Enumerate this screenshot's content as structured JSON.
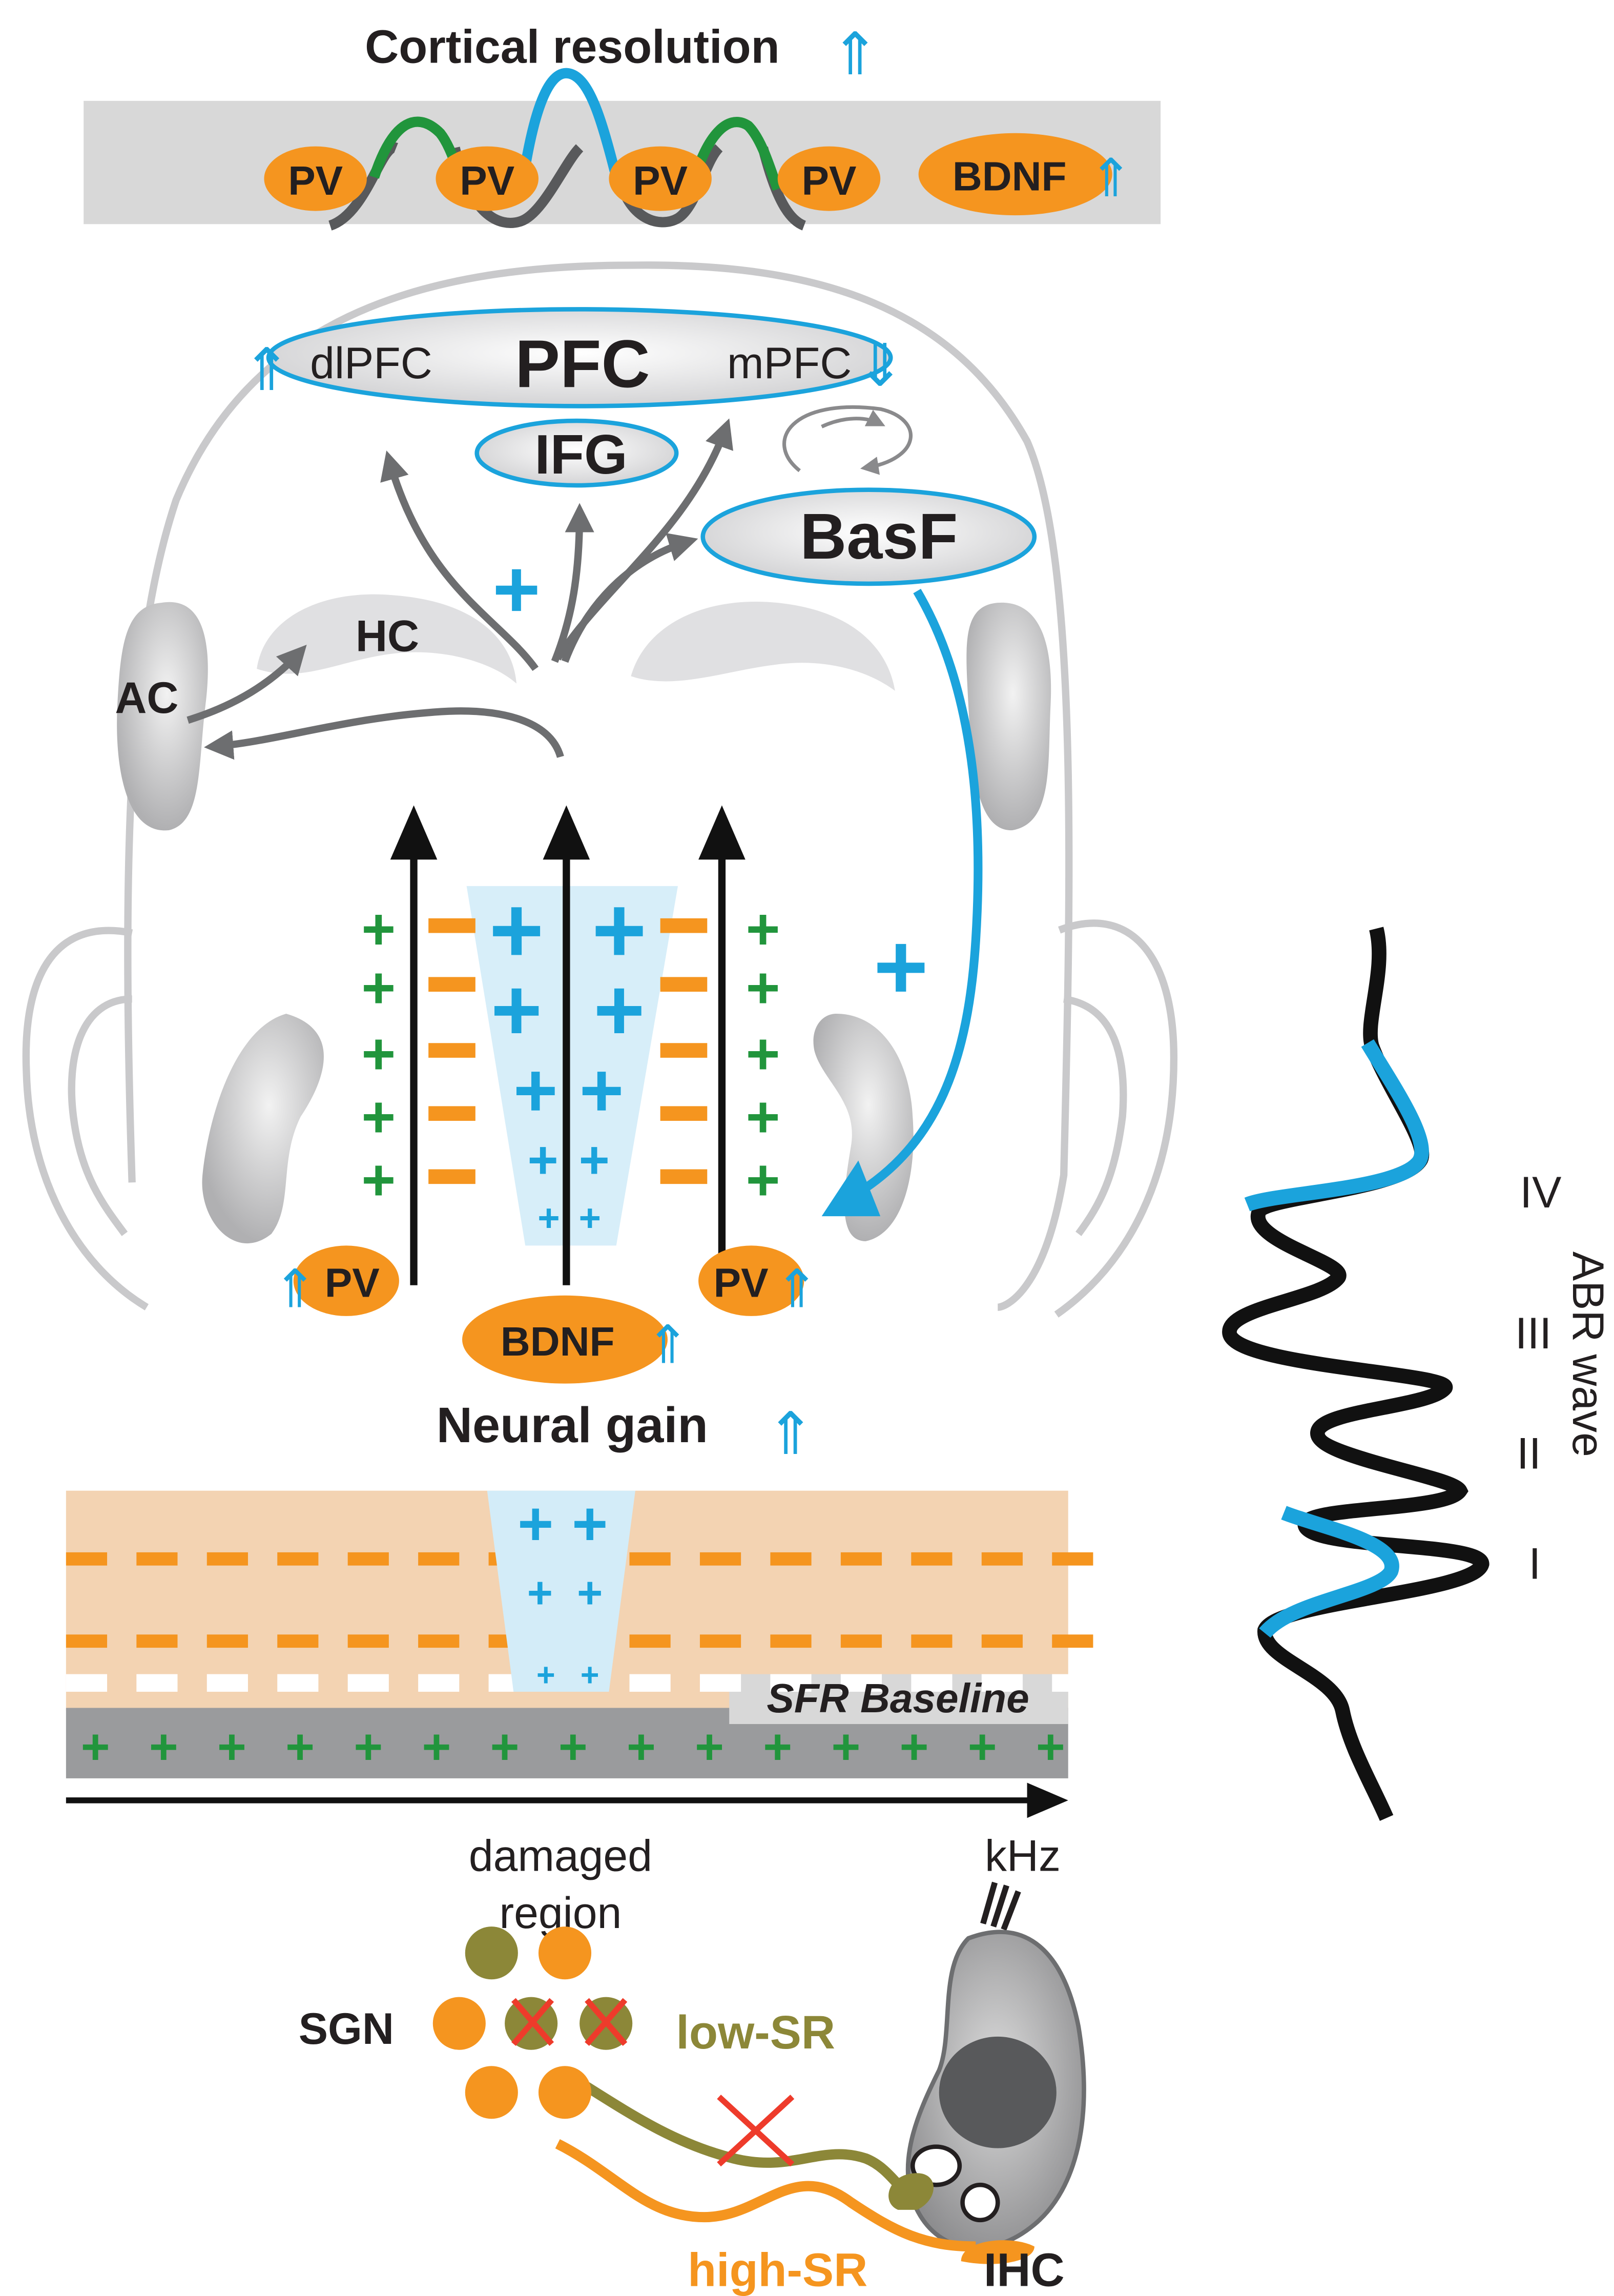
{
  "colors": {
    "cyan": "#1ba3dc",
    "green": "#21953c",
    "orange": "#f5951f",
    "olive": "#8c8738",
    "red": "#ee3b2b",
    "gray_dark": "#6d6e70",
    "gray_light": "#c9c9cb",
    "gray_band": "#d8d8d8",
    "peach": "#f3d3b2",
    "light_cyan": "#d3ecf8"
  },
  "labels": {
    "cortical_resolution": "Cortical resolution",
    "arrow_up": "⇑",
    "arrow_down": "⇓",
    "pv": "PV",
    "bdnf": "BDNF",
    "dlpfc": "dlPFC",
    "pfc": "PFC",
    "mpfc": "mPFC",
    "ifg": "IFG",
    "basf": "BasF",
    "hc": "HC",
    "ac": "AC",
    "plus": "+",
    "neural_gain": "Neural gain",
    "sfr_baseline": "SFR Baseline",
    "damaged_line1": "damaged",
    "damaged_line2": "region",
    "khz": "kHz",
    "sgn": "SGN",
    "low_sr": "low-SR",
    "high_sr": "high-SR",
    "ihc": "IHC",
    "abr_wave": "ABR wave",
    "wave_iv": "IV",
    "wave_iii": "III",
    "wave_ii": "II",
    "wave_i": "I"
  }
}
